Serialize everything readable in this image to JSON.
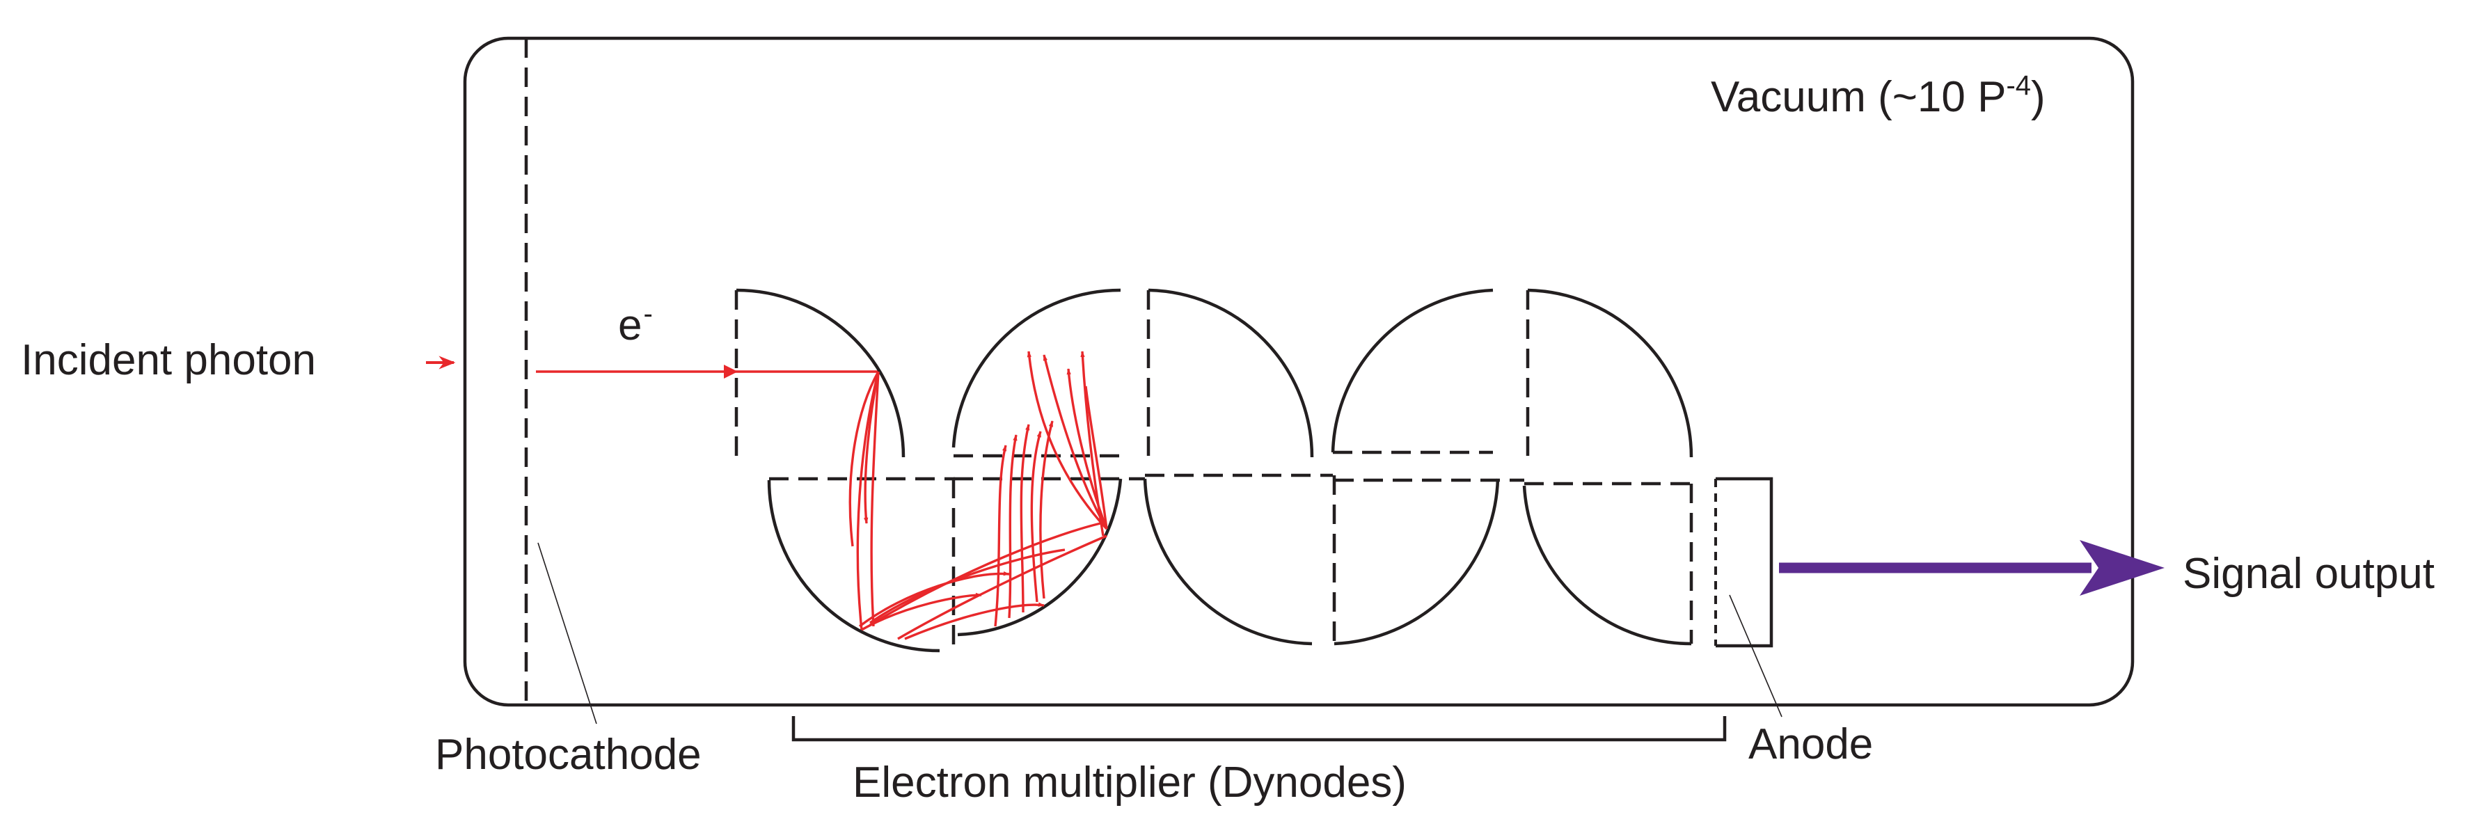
{
  "labels": {
    "incident_photon": "Incident photon",
    "electron": "e",
    "electron_charge": "-",
    "vacuum_prefix": "Vacuum (~10 P",
    "vacuum_exponent": "-4",
    "vacuum_suffix": ")",
    "photocathode": "Photocathode",
    "anode": "Anode",
    "signal_output": "Signal output",
    "electron_multiplier": "Electron multiplier (Dynodes)"
  },
  "colors": {
    "outline": "#231f20",
    "electron_path": "#e8282b",
    "signal_arrow": "#5b2c8f",
    "background": "#ffffff"
  }
}
